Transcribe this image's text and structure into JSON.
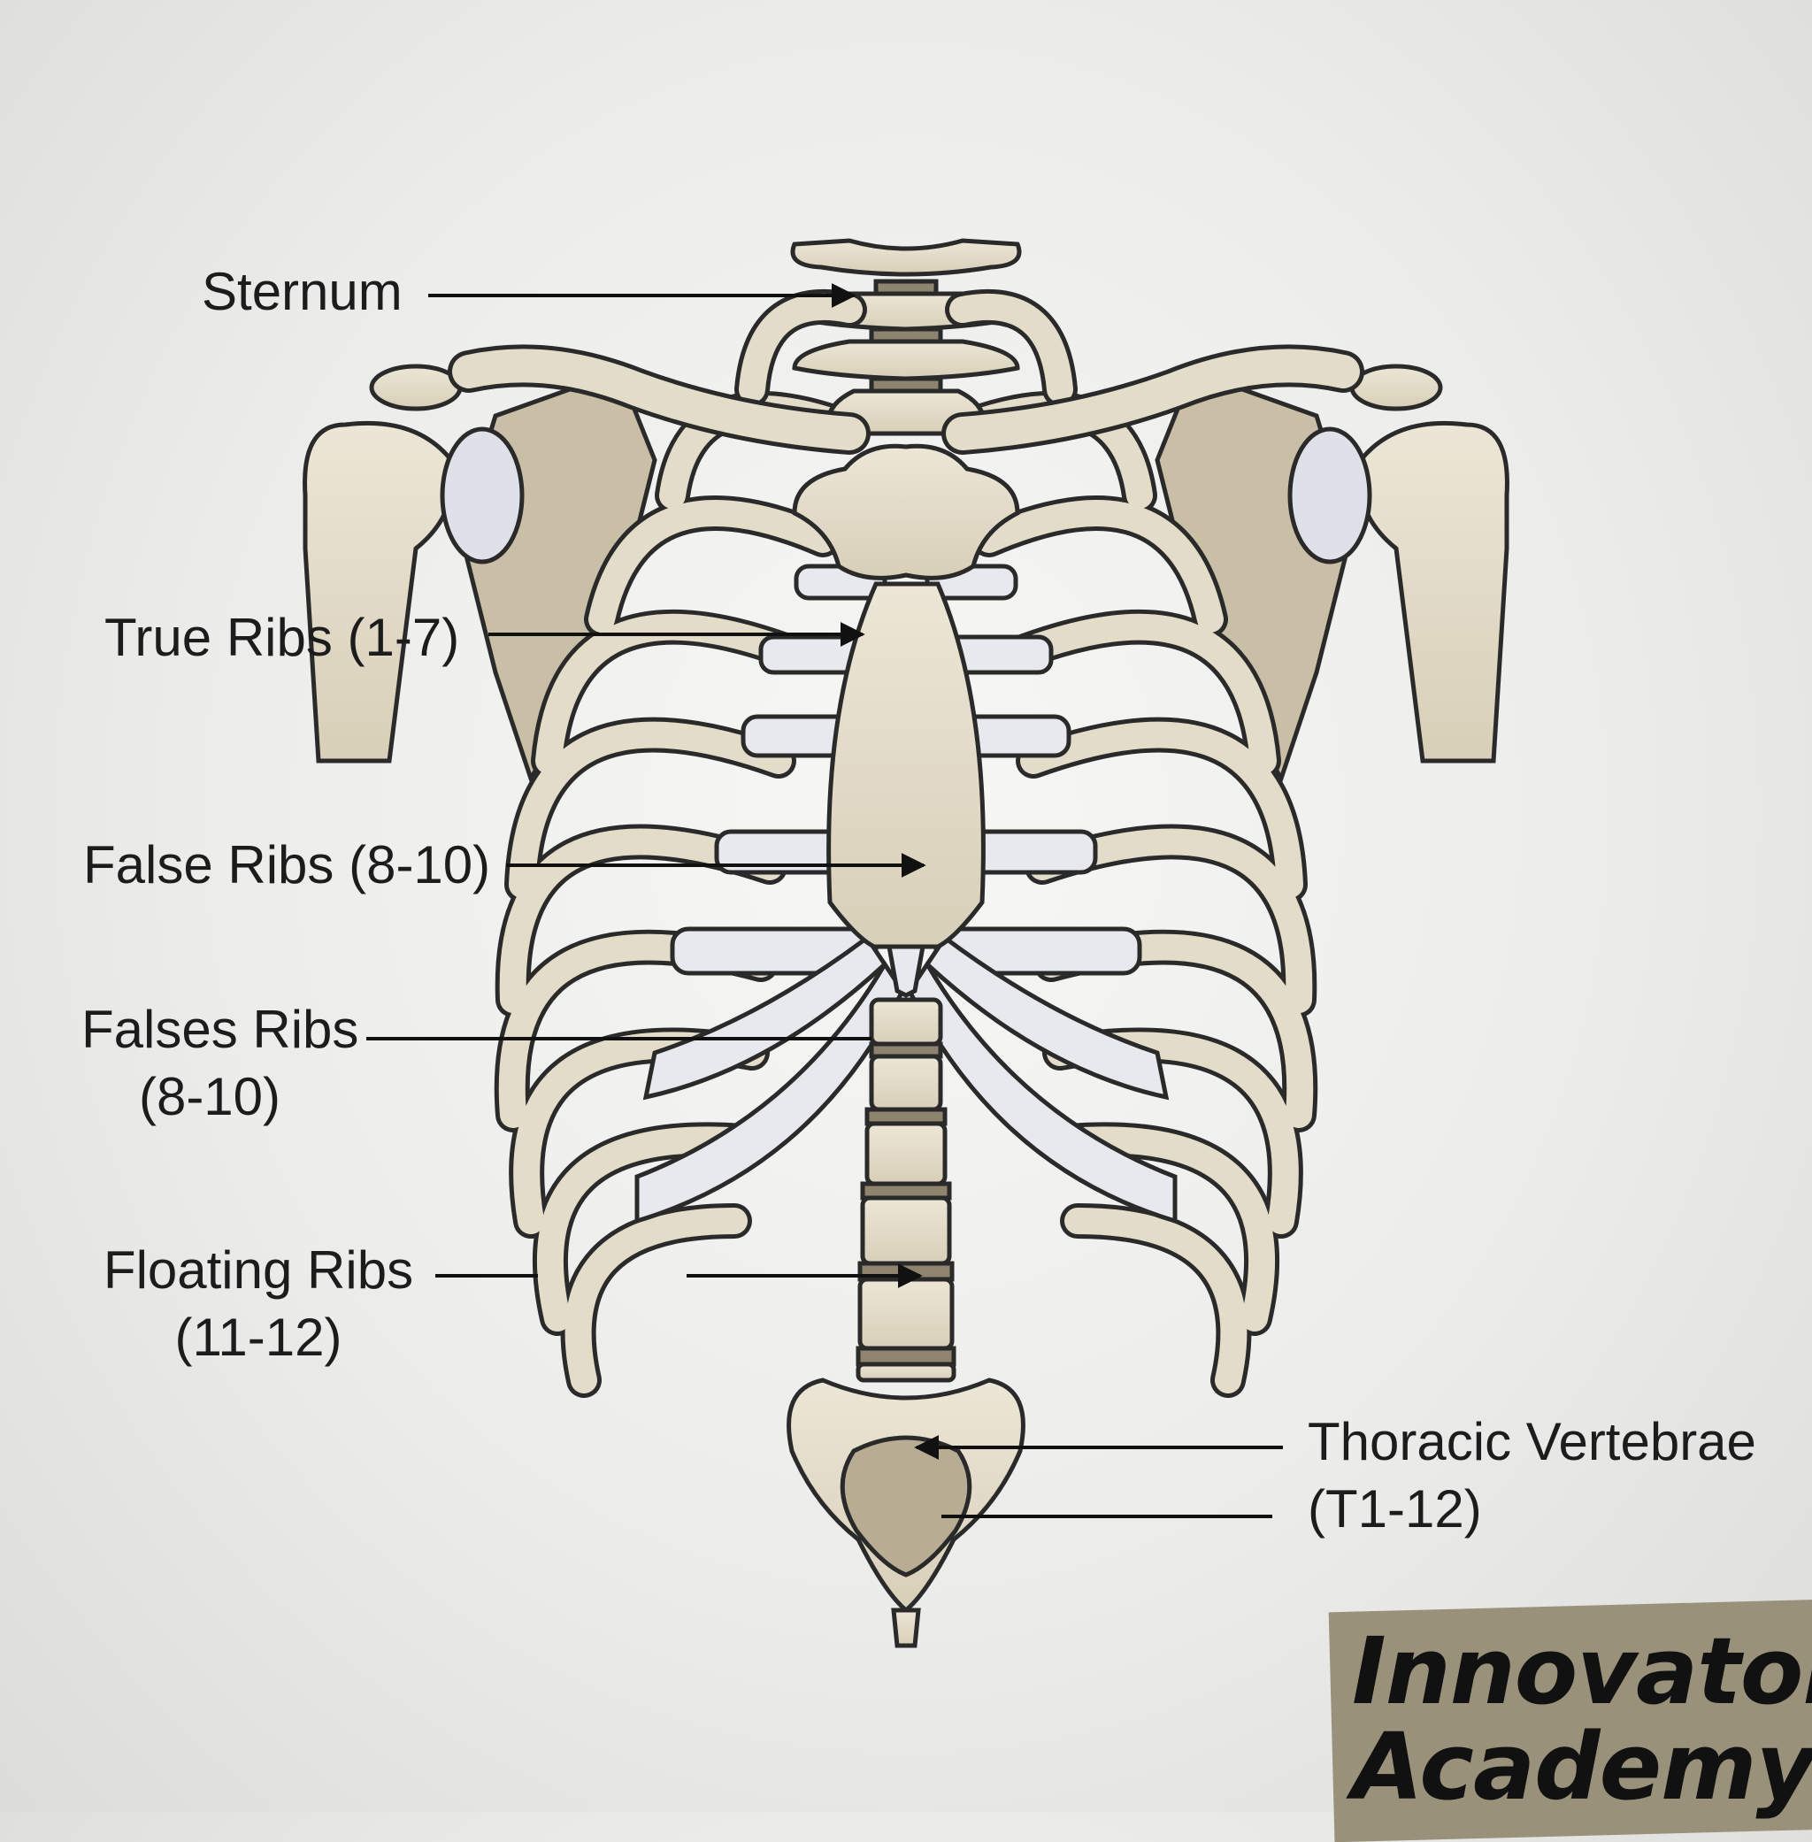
{
  "labels": {
    "sternum": "Sternum",
    "true_ribs": "True Ribs (1-7)",
    "false_ribs": "False Ribs (8-10)",
    "falses_ribs_line1": "Falses Ribs",
    "falses_ribs_line2": "(8-10)",
    "floating_ribs_line1": "Floating Ribs",
    "floating_ribs_line2": "(11-12)",
    "thoracic_line1": "Thoracic Vertebrae",
    "thoracic_line2": "(T1-12)"
  },
  "watermark": {
    "line1": "Innovator",
    "line2": "Academy"
  },
  "colors": {
    "bone": "#e3dcc9",
    "cartilage": "#e8e9ee",
    "outline": "#2a2a2a",
    "scapula": "#c9bfa6",
    "disc": "#8f8470",
    "badge": "#9a917a"
  }
}
